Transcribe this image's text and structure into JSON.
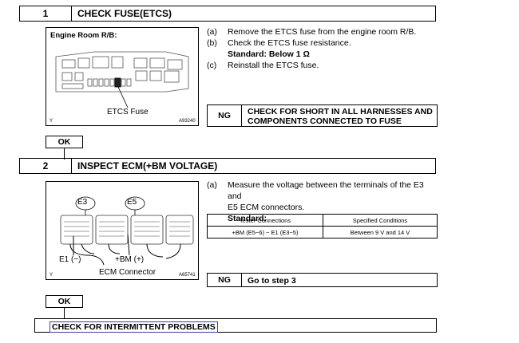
{
  "step1": {
    "number": "1",
    "title": "CHECK FUSE(ETCS)",
    "figure": {
      "label": "Engine Room R/B:",
      "callout": "ETCS Fuse",
      "y_mark": "Y",
      "code": "A93240"
    },
    "instructions": [
      {
        "letter": "(a)",
        "text": "Remove the ETCS fuse from the engine room R/B."
      },
      {
        "letter": "(b)",
        "text": "Check the ETCS fuse resistance."
      },
      {
        "letter": "(c)",
        "text": "Reinstall the ETCS fuse."
      }
    ],
    "standard": "Standard: Below 1 Ω",
    "ng": {
      "tag": "NG",
      "line1": "CHECK FOR SHORT IN ALL HARNESSES AND",
      "line2": "COMPONENTS CONNECTED TO FUSE"
    },
    "ok": "OK"
  },
  "step2": {
    "number": "2",
    "title": "INSPECT ECM(+BM VOLTAGE)",
    "figure": {
      "connector_left": "E3",
      "connector_right": "E5",
      "label_e1": "E1 (−)",
      "label_bm": "+BM (+)",
      "caption": "ECM Connector",
      "y_mark": "Y",
      "code": "A65741"
    },
    "instruction": {
      "letter": "(a)",
      "line1": "Measure the voltage between the terminals of the E3 and",
      "line2": "E5 ECM connectors."
    },
    "standard": "Standard:",
    "table": {
      "headers": [
        "Tester Connections",
        "Specified Conditions"
      ],
      "rows": [
        [
          "+BM (E5−6) − E1 (E3−5)",
          "Between 9 V and 14 V"
        ]
      ]
    },
    "ng": {
      "tag": "NG",
      "text": "Go to step 3"
    },
    "ok": "OK"
  },
  "final": {
    "text": "CHECK FOR INTERMITTENT PROBLEMS"
  }
}
